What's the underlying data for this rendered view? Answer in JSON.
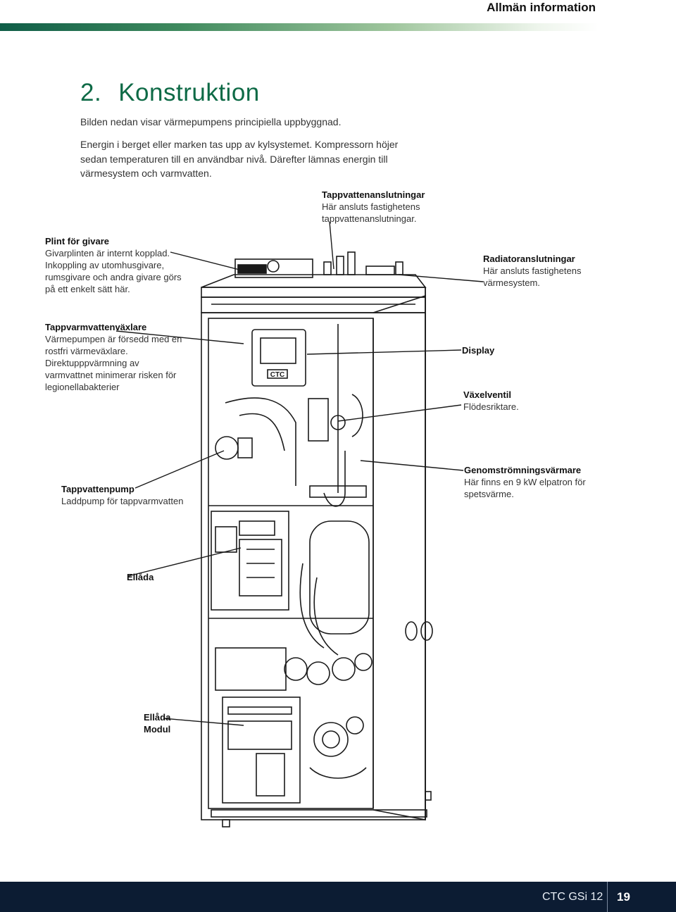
{
  "header": {
    "title": "Allmän information",
    "accent_color": "#0e6a46"
  },
  "section": {
    "number": "2.",
    "title": "Konstruktion"
  },
  "intro": {
    "line1": "Bilden nedan visar värmepumpens principiella uppbyggnad.",
    "line2": "Energin i berget eller marken tas upp av kylsystemet. Kompressorn höjer sedan temperaturen till en användbar nivå. Därefter lämnas energin till värmesystem och varmvatten."
  },
  "labels": {
    "tappvatten": {
      "heading": "Tappvattenanslutningar",
      "text": "Här ansluts fastighetens tappvattenanslutningar."
    },
    "plint": {
      "heading": "Plint för givare",
      "text": "Givarplinten är internt kopplad. Inkoppling av utomhusgivare, rumsgivare och andra givare görs på ett enkelt sätt här."
    },
    "radiator": {
      "heading": "Radiatoranslutningar",
      "text": "Här ansluts fastighetens värmesystem."
    },
    "vaxlare": {
      "heading": "Tappvarmvattenväxlare",
      "text": "Värmepumpen är försedd med en rostfri värmeväxlare. Direktupppvärmning av varmvattnet minimerar risken för legionellabakterier"
    },
    "display": {
      "heading": "Display"
    },
    "vaxelventil": {
      "heading": "Växelventil",
      "text": "Flödesriktare."
    },
    "genomstromning": {
      "heading": "Genomströmningsvärmare",
      "text": "Här finns en 9 kW elpatron för spetsvärme."
    },
    "pump": {
      "heading": "Tappvattenpump",
      "text": "Laddpump för tappvarmvatten"
    },
    "ellada": {
      "heading": "Ellåda"
    },
    "ellada_modul": {
      "heading": "Ellåda",
      "heading2": "Modul"
    }
  },
  "diagram": {
    "display_logo": "CTC",
    "line_color": "#1a1a1a"
  },
  "footer": {
    "model": "CTC GSi 12",
    "page": "19",
    "background": "#0c1c33"
  }
}
